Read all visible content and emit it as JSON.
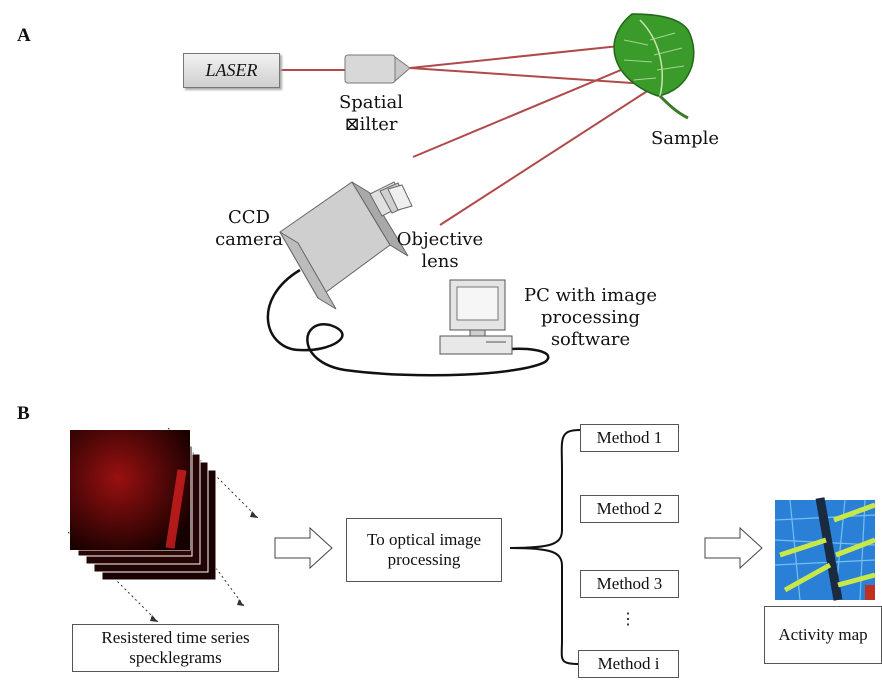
{
  "panelA": {
    "letter": "A",
    "laser": "LASER",
    "spatial_filter": "Spatial\n⊠ilter",
    "sample": "Sample",
    "ccd_camera": "CCD\ncamera",
    "objective_lens": "Objective\nlens",
    "pc": "PC with image\nprocessing\nsoftware"
  },
  "panelB": {
    "letter": "B",
    "speckle_caption": "Resistered time series\nspecklegrams",
    "processing": "To optical image\nprocessing",
    "methods": [
      "Method 1",
      "Method 2",
      "Method 3",
      "⋮",
      "Method i"
    ],
    "activity_map": "Activity map"
  },
  "colors": {
    "beam": "#b04a4a",
    "leaf": "#3a9a2a",
    "speckle": "#9a1010"
  }
}
